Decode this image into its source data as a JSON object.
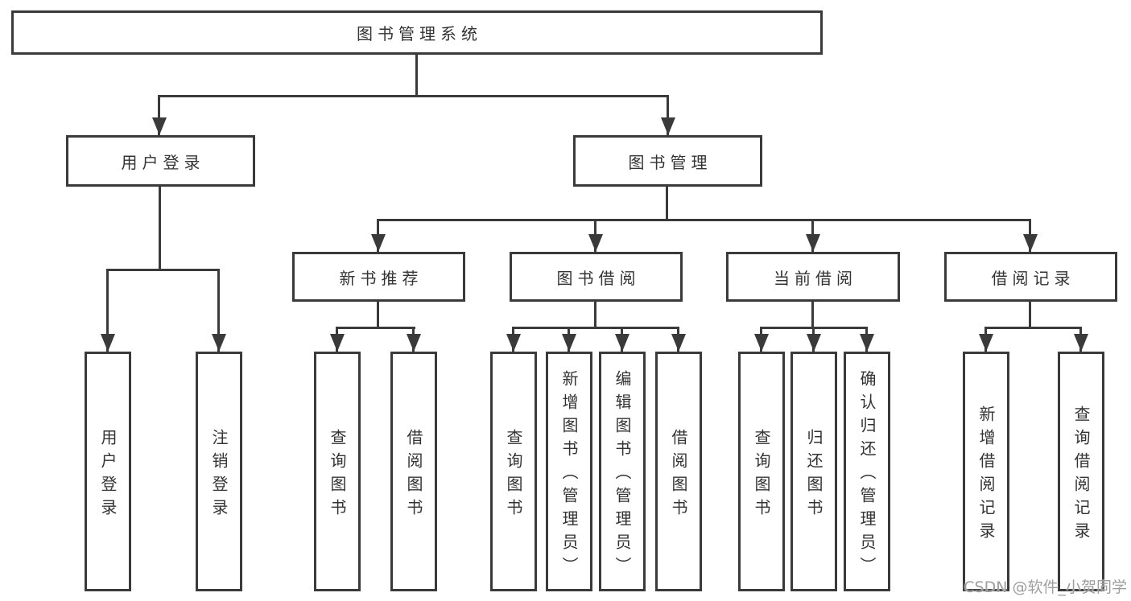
{
  "title": "图书管理系统",
  "colors": {
    "line": "#3a3a3a",
    "text": "#333333",
    "box_bg": "#ffffff",
    "background": "#ffffff",
    "watermark": "#9e9e9e"
  },
  "watermark": {
    "text": "CSDN @软件_小贺同学"
  },
  "tree": {
    "label": "图书管理系统",
    "children": [
      {
        "label": "用户登录",
        "children": [
          {
            "label": "用户登录"
          },
          {
            "label": "注销登录"
          }
        ]
      },
      {
        "label": "图书管理",
        "children": [
          {
            "label": "新书推荐",
            "children": [
              {
                "label": "查询图书"
              },
              {
                "label": "借阅图书"
              }
            ]
          },
          {
            "label": "图书借阅",
            "children": [
              {
                "label": "查询图书"
              },
              {
                "label": "新增图书（管理员）"
              },
              {
                "label": "编辑图书（管理员）"
              },
              {
                "label": "借阅图书"
              }
            ]
          },
          {
            "label": "当前借阅",
            "children": [
              {
                "label": "查询图书"
              },
              {
                "label": "归还图书"
              },
              {
                "label": "确认归还（管理员）"
              }
            ]
          },
          {
            "label": "借阅记录",
            "children": [
              {
                "label": "新增借阅记录"
              },
              {
                "label": "查询借阅记录"
              }
            ]
          }
        ]
      }
    ]
  }
}
